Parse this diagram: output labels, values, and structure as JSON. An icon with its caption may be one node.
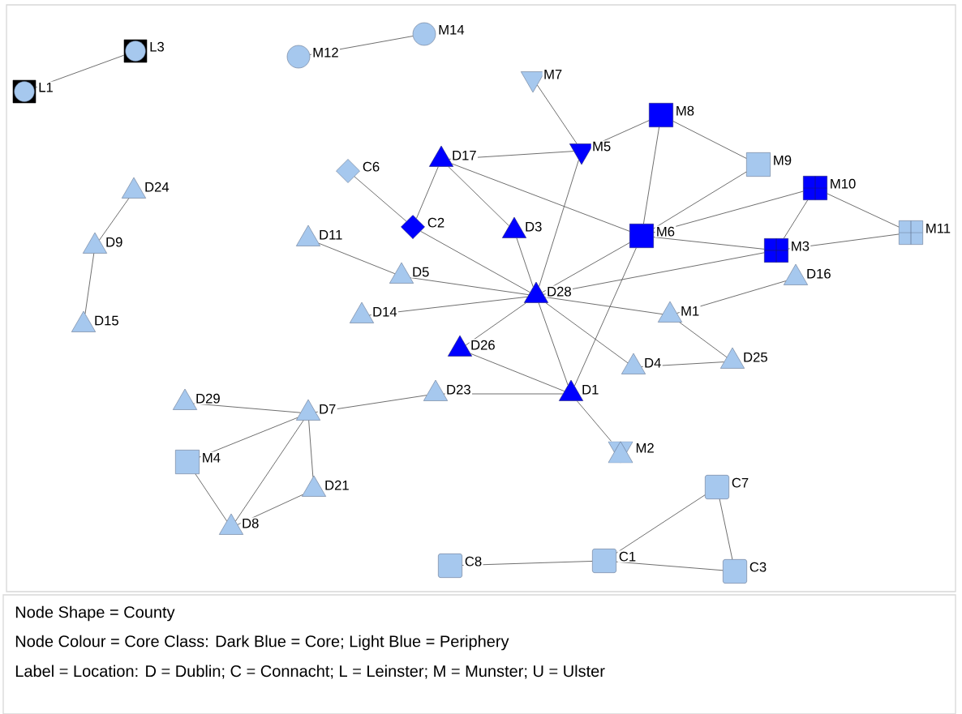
{
  "diagram": {
    "nodes": [
      {
        "text": [
          "L1"
        ]
      },
      {
        "text": [
          "L3"
        ]
      },
      {
        "text": [
          "M12"
        ]
      },
      {
        "text": [
          "M14"
        ]
      },
      {
        "text": [
          "M7"
        ]
      },
      {
        "text": [
          "M8"
        ]
      },
      {
        "text": [
          "M5"
        ]
      },
      {
        "text": [
          "D17"
        ]
      },
      {
        "text": [
          "C6"
        ]
      },
      {
        "text": [
          "M9"
        ]
      },
      {
        "text": [
          "M10"
        ]
      },
      {
        "text": [
          "D24"
        ]
      },
      {
        "text": [
          "C2"
        ]
      },
      {
        "text": [
          "D3"
        ]
      },
      {
        "text": [
          "M6"
        ]
      },
      {
        "text": [
          "D11"
        ]
      },
      {
        "text": [
          "M11"
        ]
      },
      {
        "text": [
          "M3"
        ]
      },
      {
        "text": [
          "D9"
        ]
      },
      {
        "text": [
          "D5"
        ]
      },
      {
        "text": [
          "D16"
        ]
      },
      {
        "text": [
          "D28"
        ]
      },
      {
        "text": [
          "D15"
        ]
      },
      {
        "text": [
          "D14"
        ]
      },
      {
        "text": [
          "M1"
        ]
      },
      {
        "text": [
          "D26"
        ]
      },
      {
        "text": [
          "D4"
        ]
      },
      {
        "text": [
          "D25"
        ]
      },
      {
        "text": [
          "D1"
        ]
      },
      {
        "text": [
          "D23"
        ]
      },
      {
        "text": [
          "D29"
        ]
      },
      {
        "text": [
          "D7"
        ]
      },
      {
        "text": [
          "M4"
        ]
      },
      {
        "text": [
          "M2"
        ]
      },
      {
        "text": [
          "C7"
        ]
      },
      {
        "text": [
          "D21"
        ]
      },
      {
        "text": [
          "D8"
        ]
      },
      {
        "text": [
          "C8"
        ]
      },
      {
        "text": [
          "C1"
        ]
      },
      {
        "text": [
          "C3"
        ]
      }
    ],
    "edges": [
      {
        "from": 0,
        "to": 1,
        "arrow": "none"
      },
      {
        "from": 2,
        "to": 3,
        "arrow": "none"
      },
      {
        "from": 4,
        "to": 6,
        "arrow": "none"
      },
      {
        "from": 6,
        "to": 7,
        "arrow": "none"
      },
      {
        "from": 6,
        "to": 5,
        "arrow": "none"
      },
      {
        "from": 6,
        "to": 21,
        "arrow": "none"
      },
      {
        "from": 5,
        "to": 9,
        "arrow": "none"
      },
      {
        "from": 5,
        "to": 14,
        "arrow": "none"
      },
      {
        "from": 9,
        "to": 14,
        "arrow": "none"
      },
      {
        "from": 10,
        "to": 14,
        "arrow": "none"
      },
      {
        "from": 10,
        "to": 17,
        "arrow": "none"
      },
      {
        "from": 10,
        "to": 16,
        "arrow": "none"
      },
      {
        "from": 17,
        "to": 16,
        "arrow": "none"
      },
      {
        "from": 14,
        "to": 17,
        "arrow": "none"
      },
      {
        "from": 14,
        "to": 7,
        "arrow": "none"
      },
      {
        "from": 14,
        "to": 21,
        "arrow": "none"
      },
      {
        "from": 14,
        "to": 28,
        "arrow": "none"
      },
      {
        "from": 17,
        "to": 21,
        "arrow": "none"
      },
      {
        "from": 7,
        "to": 12,
        "arrow": "none"
      },
      {
        "from": 7,
        "to": 13,
        "arrow": "none"
      },
      {
        "from": 8,
        "to": 12,
        "arrow": "none"
      },
      {
        "from": 12,
        "to": 21,
        "arrow": "none"
      },
      {
        "from": 13,
        "to": 21,
        "arrow": "none"
      },
      {
        "from": 15,
        "to": 19,
        "arrow": "none"
      },
      {
        "from": 19,
        "to": 21,
        "arrow": "none"
      },
      {
        "from": 23,
        "to": 21,
        "arrow": "none"
      },
      {
        "from": 21,
        "to": 24,
        "arrow": "none"
      },
      {
        "from": 24,
        "to": 20,
        "arrow": "none"
      },
      {
        "from": 24,
        "to": 27,
        "arrow": "none"
      },
      {
        "from": 21,
        "to": 26,
        "arrow": "none"
      },
      {
        "from": 26,
        "to": 27,
        "arrow": "none"
      },
      {
        "from": 21,
        "to": 25,
        "arrow": "none"
      },
      {
        "from": 21,
        "to": 28,
        "arrow": "none"
      },
      {
        "from": 25,
        "to": 28,
        "arrow": "none"
      },
      {
        "from": 29,
        "to": 28,
        "arrow": "none"
      },
      {
        "from": 28,
        "to": 33,
        "arrow": "none"
      },
      {
        "from": 31,
        "to": 29,
        "arrow": "none"
      },
      {
        "from": 30,
        "to": 31,
        "arrow": "none"
      },
      {
        "from": 32,
        "to": 31,
        "arrow": "none"
      },
      {
        "from": 36,
        "to": 31,
        "arrow": "none"
      },
      {
        "from": 35,
        "to": 31,
        "arrow": "none"
      },
      {
        "from": 36,
        "to": 32,
        "arrow": "none"
      },
      {
        "from": 36,
        "to": 35,
        "arrow": "none"
      },
      {
        "from": 11,
        "to": 18,
        "arrow": "none"
      },
      {
        "from": 18,
        "to": 22,
        "arrow": "none"
      },
      {
        "from": 37,
        "to": 38,
        "arrow": "none"
      },
      {
        "from": 38,
        "to": 34,
        "arrow": "none"
      },
      {
        "from": 38,
        "to": 39,
        "arrow": "none"
      },
      {
        "from": 34,
        "to": 39,
        "arrow": "none"
      }
    ],
    "labels": [
      "Node Shape = County",
      "Node Colour = Core Class: Dark Blue = Core; Light Blue = Periphery",
      "Label = Location: D = Dublin; C = Connacht; L = Leinster; M = Munster; U = Ulster"
    ]
  }
}
